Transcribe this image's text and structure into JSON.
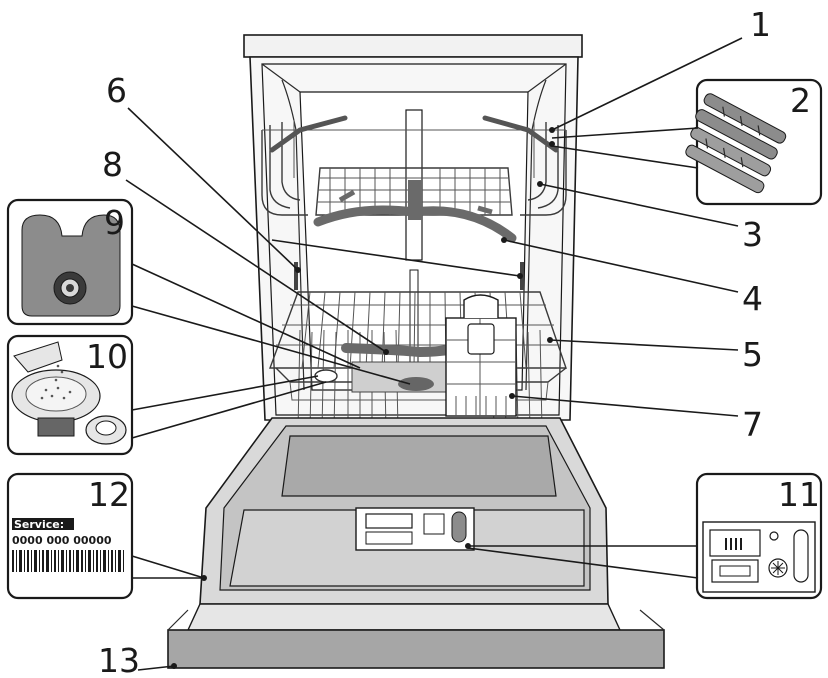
{
  "callouts": {
    "n1": "1",
    "n2": "2",
    "n3": "3",
    "n4": "4",
    "n5": "5",
    "n6": "6",
    "n7": "7",
    "n8": "8",
    "n9": "9",
    "n10": "10",
    "n11": "11",
    "n12": "12",
    "n13": "13"
  },
  "rating_plate": {
    "service_label": "Service:",
    "service_code": "0000 000 00000"
  },
  "colors": {
    "outline": "#1a1a1a",
    "body_light": "#d9d9d9",
    "body_dark": "#bdbdbd",
    "panel_dark": "#8c8c8c",
    "plinth": "#a6a6a6"
  }
}
